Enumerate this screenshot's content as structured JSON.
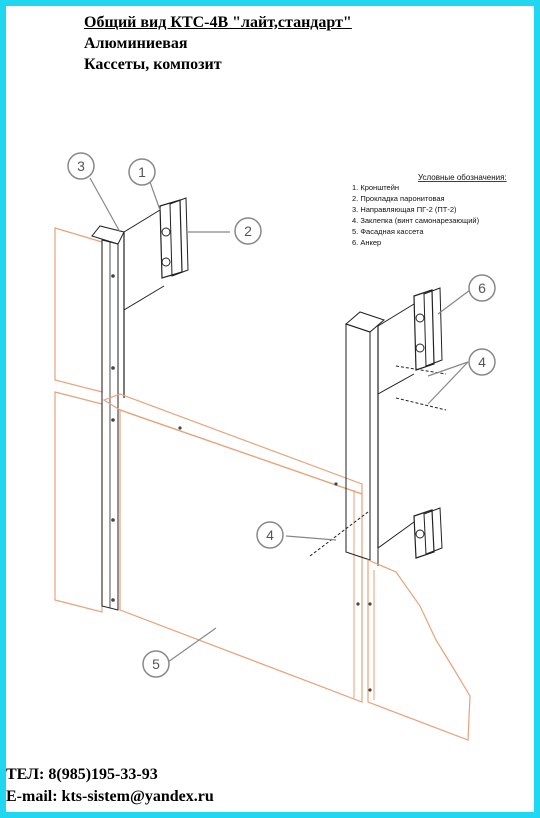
{
  "title": {
    "line1": "Общий вид КТС-4В \"лайт,стандарт\"",
    "line2": "Алюминиевая",
    "line3": "Кассеты, композит"
  },
  "legend": {
    "heading": "Условные обозначения:",
    "items": [
      "1. Кронштейн",
      "2. Прокладка паронитовая",
      "3. Направляющая ПГ-2 (ПТ-2)",
      "4. Заклепка (винт самонарезающий)",
      "5. Фасадная кассета",
      "6.  Анкер"
    ]
  },
  "callouts": [
    "3",
    "1",
    "2",
    "6",
    "4",
    "4",
    "5"
  ],
  "contacts": {
    "phone": "ТЕЛ: 8(985)195-33-93",
    "email": "E-mail: kts-sistem@yandex.ru"
  },
  "colors": {
    "frame": "#1fd7f0",
    "panel_edge": "#e8a27a",
    "line": "#222222",
    "callout": "#888888"
  }
}
